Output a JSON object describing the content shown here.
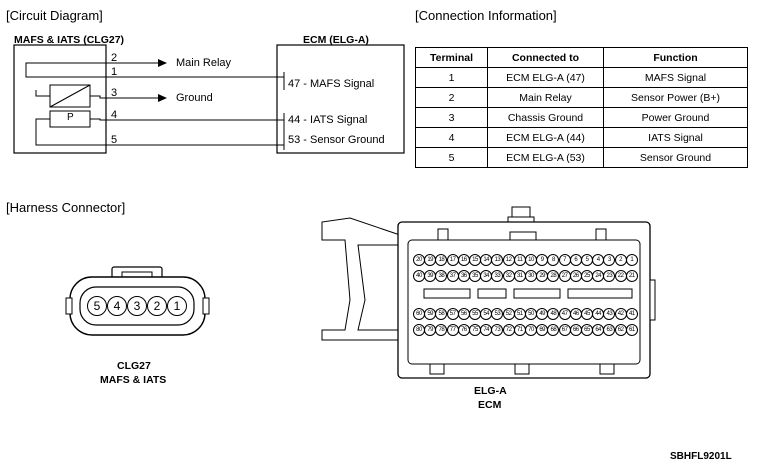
{
  "circuit": {
    "heading": "[Circuit Diagram]",
    "left_title": "MAFS & IATS (CLG27)",
    "right_title": "ECM (ELG-A)",
    "pin_numbers": [
      "2",
      "1",
      "3",
      "4",
      "5"
    ],
    "main_relay": "Main Relay",
    "ground": "Ground",
    "p_mark": "P",
    "ecm_pins": [
      "47 - MAFS Signal",
      "44 - IATS Signal",
      "53 - Sensor Ground"
    ]
  },
  "connection": {
    "heading": "[Connection Information]",
    "headers": [
      "Terminal",
      "Connected to",
      "Function"
    ],
    "rows": [
      [
        "1",
        "ECM ELG-A (47)",
        "MAFS Signal"
      ],
      [
        "2",
        "Main Relay",
        "Sensor Power (B+)"
      ],
      [
        "3",
        "Chassis Ground",
        "Power Ground"
      ],
      [
        "4",
        "ECM ELG-A (44)",
        "IATS Signal"
      ],
      [
        "5",
        "ECM ELG-A (53)",
        "Sensor Ground"
      ]
    ]
  },
  "harness": {
    "heading": "[Harness Connector]",
    "clg27_pins": [
      "5",
      "4",
      "3",
      "2",
      "1"
    ],
    "clg27_label_1": "CLG27",
    "clg27_label_2": "MAFS & IATS",
    "ecm_label_1": "ELG-A",
    "ecm_label_2": "ECM",
    "ecm_row1": [
      "20",
      "19",
      "18",
      "17",
      "16",
      "15",
      "14",
      "13",
      "12",
      "11",
      "10",
      "9",
      "8",
      "7",
      "6",
      "5",
      "4",
      "3",
      "2",
      "1"
    ],
    "ecm_row2": [
      "40",
      "39",
      "38",
      "37",
      "36",
      "35",
      "34",
      "33",
      "32",
      "31",
      "30",
      "29",
      "28",
      "27",
      "26",
      "25",
      "24",
      "23",
      "22",
      "21"
    ],
    "ecm_row3": [
      "60",
      "59",
      "58",
      "57",
      "56",
      "55",
      "54",
      "53",
      "52",
      "51",
      "50",
      "49",
      "48",
      "47",
      "46",
      "45",
      "44",
      "43",
      "42",
      "41"
    ],
    "ecm_row4": [
      "80",
      "79",
      "78",
      "77",
      "76",
      "75",
      "74",
      "73",
      "72",
      "71",
      "70",
      "69",
      "68",
      "67",
      "66",
      "65",
      "64",
      "63",
      "62",
      "61"
    ]
  },
  "footer_code": "SBHFL9201L"
}
